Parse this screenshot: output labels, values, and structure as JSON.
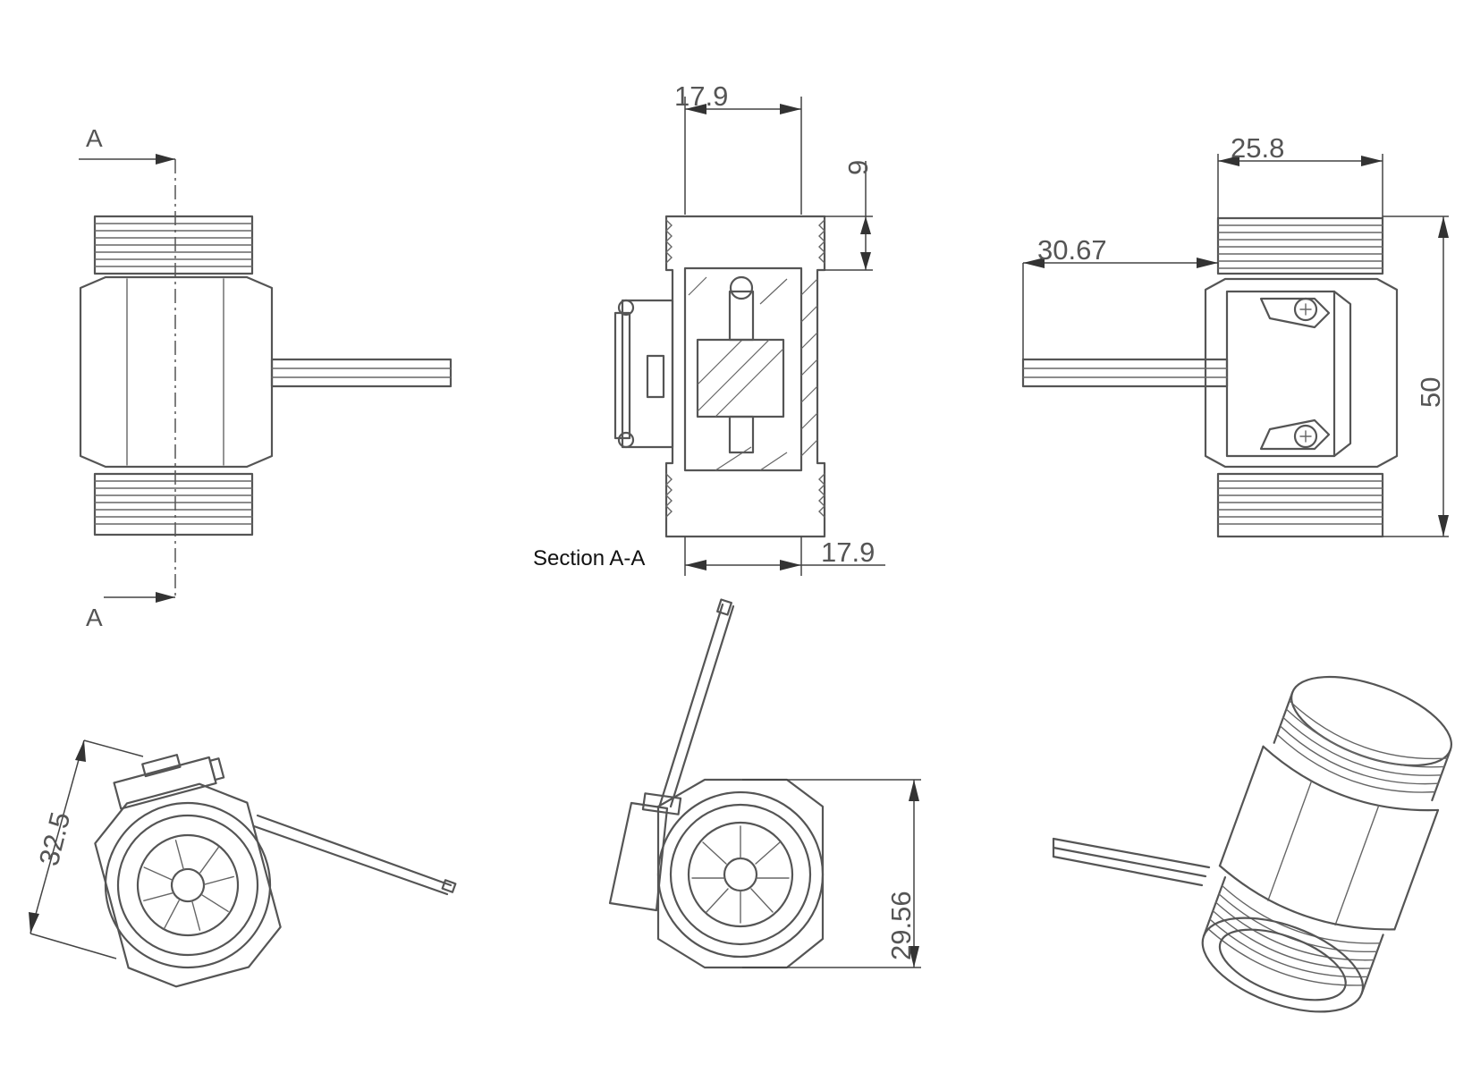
{
  "section_marks": {
    "top": "A",
    "bottom": "A"
  },
  "section_caption": "Section A-A",
  "dimensions": {
    "section_top_width": "17.9",
    "section_bottom_width": "17.9",
    "section_thread_length": "9",
    "side_body_width": "25.8",
    "side_wire_length": "30.67",
    "side_height": "50",
    "end_view_height": "32.5",
    "end_view_width": "29.56"
  }
}
